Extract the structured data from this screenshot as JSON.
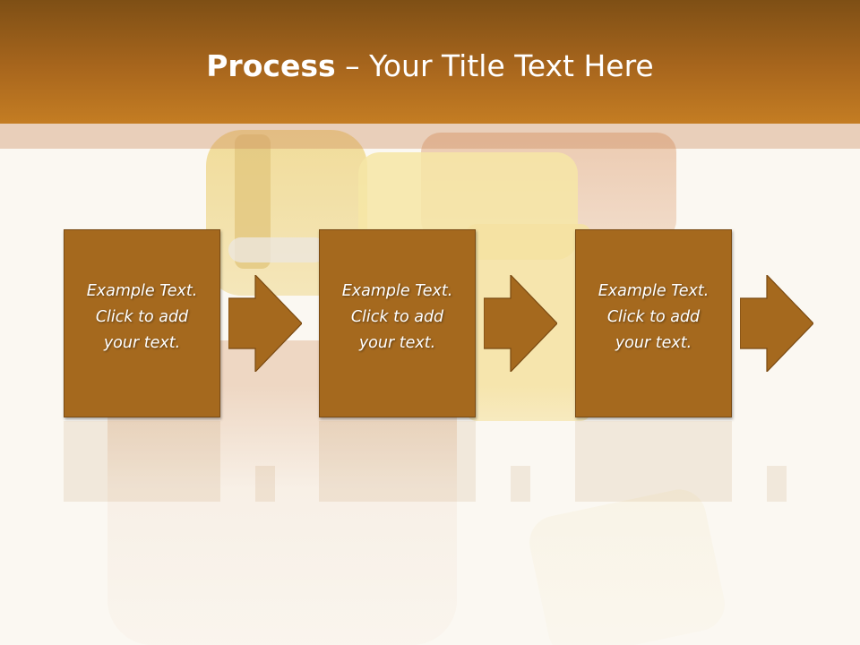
{
  "slide": {
    "title_bold": "Process",
    "title_rest": " – Your Title Text Here"
  },
  "steps": [
    {
      "line1": "Example Text.",
      "line2": "Click  to add",
      "line3": "your text."
    },
    {
      "line1": "Example Text.",
      "line2": "Click  to add",
      "line3": "your text."
    },
    {
      "line1": "Example Text.",
      "line2": "Click  to add",
      "line3": "your text."
    }
  ],
  "colors": {
    "header_top": "#7e4f15",
    "header_bottom": "#c47d23",
    "box_fill": "#a5691e",
    "box_border": "#7a4a12",
    "background": "#fbf8f2"
  },
  "icons": {
    "arrow": "right-arrow-icon",
    "photo": "luggage-stack-photo"
  }
}
